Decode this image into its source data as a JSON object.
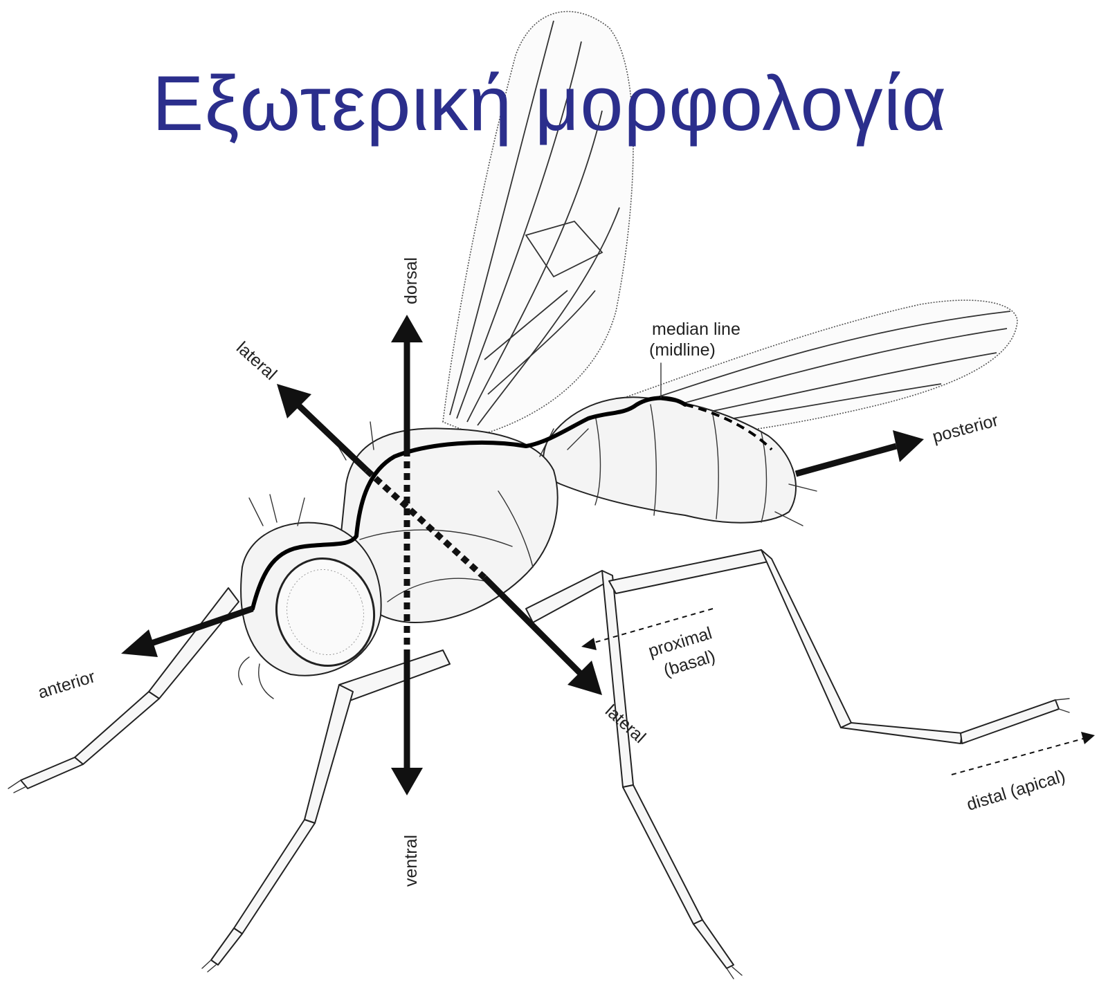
{
  "title": "Εξωτερική μορφολογία",
  "labels": {
    "dorsal": "dorsal",
    "ventral": "ventral",
    "lateral_upper": "lateral",
    "lateral_lower": "lateral",
    "anterior": "anterior",
    "posterior": "posterior",
    "median_line_1": "median line",
    "median_line_2": "(midline)",
    "proximal_1": "proximal",
    "proximal_2": "(basal)",
    "distal": "distal (apical)"
  },
  "colors": {
    "title": "#2b2e8c",
    "ink": "#111111"
  }
}
